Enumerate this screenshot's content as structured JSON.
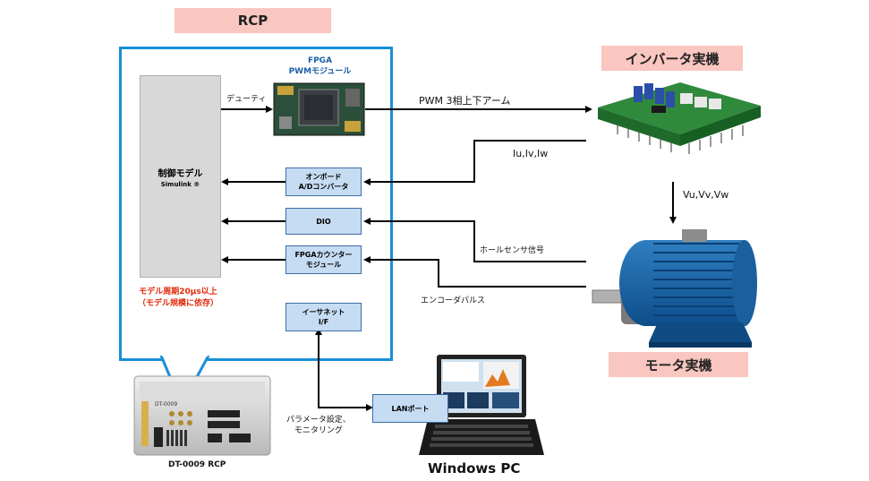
{
  "rcp_title": "RCP",
  "fpga_pwm": {
    "line1": "FPGA",
    "line2": "PWMモジュール"
  },
  "control_model": {
    "title": "制御モデル",
    "sub": "Simulink ®"
  },
  "model_period": {
    "line1": "モデル周期20μs以上",
    "line2": "（モデル規模に依存）"
  },
  "blocks": {
    "adc": {
      "line1": "オンボード",
      "line2": "A/Dコンバータ"
    },
    "dio": {
      "line1": "DIO"
    },
    "counter": {
      "line1": "FPGAカウンター",
      "line2": "モジュール"
    },
    "ethernet": {
      "line1": "イーサネット",
      "line2": "I/F"
    },
    "lan": {
      "line1": "LANポート"
    }
  },
  "signals": {
    "duty": "デューティ",
    "pwm": "PWM 3相上下アーム",
    "current": "Iu,Iv,Iw",
    "voltage": "Vu,Vv,Vw",
    "hall": "ホールセンサ信号",
    "encoder": "エンコーダパルス",
    "param_line1": "パラメータ設定、",
    "param_line2": "モニタリング"
  },
  "inverter_title": "インバータ実機",
  "motor_title": "モータ実機",
  "device_label": "DT-0009 RCP",
  "device_badge": "DT-0009",
  "pc_label": "Windows PC",
  "colors": {
    "frame": "#1a8fd8",
    "pink": "#f9c6c0",
    "block": "#c6dcf2",
    "red_text": "#e22a0a"
  }
}
